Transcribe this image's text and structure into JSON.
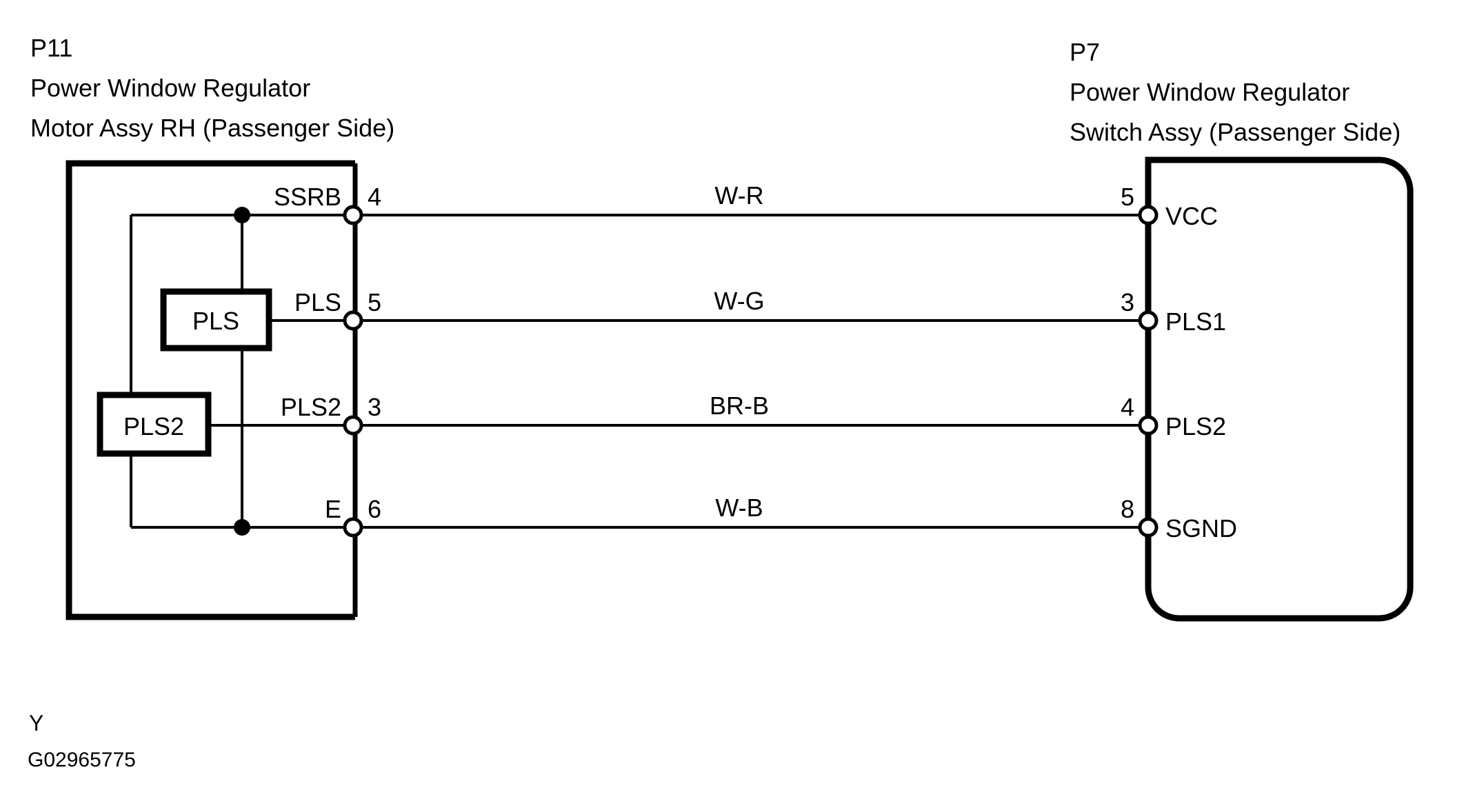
{
  "diagram": {
    "title_left": {
      "code": "P11",
      "line1": "Power Window Regulator",
      "line2": "Motor Assy RH (Passenger Side)"
    },
    "title_right": {
      "code": "P7",
      "line1": "Power Window Regulator",
      "line2": "Switch Assy (Passenger Side)"
    },
    "left_component": {
      "name": "Power Window Regulator Motor Assy RH (Passenger Side)",
      "internal_blocks": [
        {
          "label": "PLS"
        },
        {
          "label": "PLS2"
        }
      ],
      "terminals": [
        {
          "signal": "SSRB",
          "pin": "4"
        },
        {
          "signal": "PLS",
          "pin": "5"
        },
        {
          "signal": "PLS2",
          "pin": "3"
        },
        {
          "signal": "E",
          "pin": "6"
        }
      ]
    },
    "right_component": {
      "name": "Power Window Regulator Switch Assy (Passenger Side)",
      "terminals": [
        {
          "signal": "VCC",
          "pin": "5"
        },
        {
          "signal": "PLS1",
          "pin": "3"
        },
        {
          "signal": "PLS2",
          "pin": "4"
        },
        {
          "signal": "SGND",
          "pin": "8"
        }
      ]
    },
    "wires": [
      {
        "color": "W-R",
        "from_pin": "4",
        "from_signal": "SSRB",
        "to_pin": "5",
        "to_signal": "VCC"
      },
      {
        "color": "W-G",
        "from_pin": "5",
        "from_signal": "PLS",
        "to_pin": "3",
        "to_signal": "PLS1"
      },
      {
        "color": "BR-B",
        "from_pin": "3",
        "from_signal": "PLS2",
        "to_pin": "4",
        "to_signal": "PLS2"
      },
      {
        "color": "W-B",
        "from_pin": "6",
        "from_signal": "E",
        "to_pin": "8",
        "to_signal": "SGND"
      }
    ],
    "footer": {
      "marker": "Y",
      "figure_id": "G02965775"
    },
    "colors": {
      "ink": "#000000",
      "background": "#ffffff"
    }
  }
}
